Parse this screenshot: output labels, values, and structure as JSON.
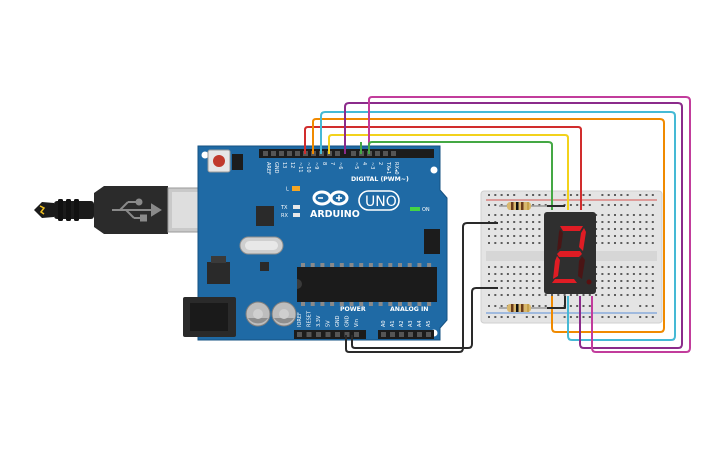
{
  "board": {
    "digital_header_label": "DIGITAL (PWM~)",
    "power_label": "POWER",
    "analog_label": "ANALOG IN",
    "brand": "ARDUINO",
    "model": "UNO",
    "on_label": "ON",
    "tx_label": "TX",
    "rx_label": "RX",
    "l_label": "L",
    "digital_pins": [
      "AREF",
      "GND",
      "13",
      "12",
      "~11",
      "~10",
      "~9",
      "8",
      "7",
      "~6",
      "~5",
      "4",
      "~3",
      "2",
      "TX▸1",
      "RX◂0"
    ],
    "power_pins": [
      "IOREF",
      "RESET",
      "3.3V",
      "5V",
      "GND",
      "GND",
      "Vin"
    ],
    "analog_pins": [
      "A0",
      "A1",
      "A2",
      "A3",
      "A4",
      "A5"
    ]
  },
  "display": {
    "digit": "2",
    "segment_color": "#e01c24"
  },
  "wire_colors": {
    "red": "#d12d2d",
    "orange": "#f08a00",
    "cyan": "#45b9d5",
    "yellow": "#f2d21c",
    "purple": "#8b2b8b",
    "magenta": "#c23c9c",
    "green": "#44a844",
    "black": "#2a2a2a"
  }
}
